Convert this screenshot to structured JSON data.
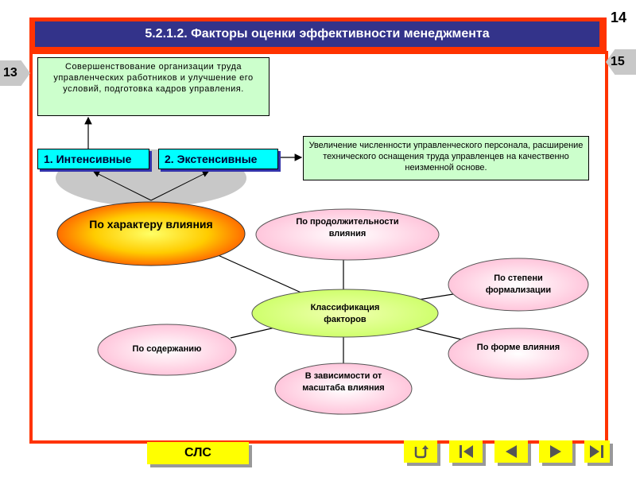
{
  "page_number": "14",
  "title": "5.2.1.2. Факторы оценки эффективности менеджмента",
  "nav": {
    "prev_label": "13",
    "next_label": "15"
  },
  "box_top": "Совершенствование организации труда управленческих работников и улучшение его условий, подготовка кадров управления.",
  "box_right": "Увеличение численности управленческого персонала, расширение технического оснащения труда управленцев на качественно неизменной основе.",
  "types": {
    "intensive": "1. Интенсивные",
    "extensive": "2. Экстенсивные"
  },
  "ellipses": {
    "center": "Классификация факторов",
    "character": "По характеру влияния",
    "duration": "По продолжительности влияния",
    "formalization": "По степени формализации",
    "form": "По форме влияния",
    "content": "По содержанию",
    "scale": "В зависимости от масштаба влияния"
  },
  "footer": {
    "slc_label": "СЛС"
  },
  "colors": {
    "frame": "#ff3300",
    "title_bg": "#33338a",
    "green_box": "#ccffcc",
    "cyan_button": "#00ffff",
    "pink_ellipse": "#ffccdd",
    "center_ellipse": "#ccff66",
    "nav_button": "#ffff00"
  },
  "controls": [
    "return-icon",
    "first-slide-icon",
    "prev-slide-icon",
    "next-slide-icon",
    "last-slide-icon"
  ]
}
